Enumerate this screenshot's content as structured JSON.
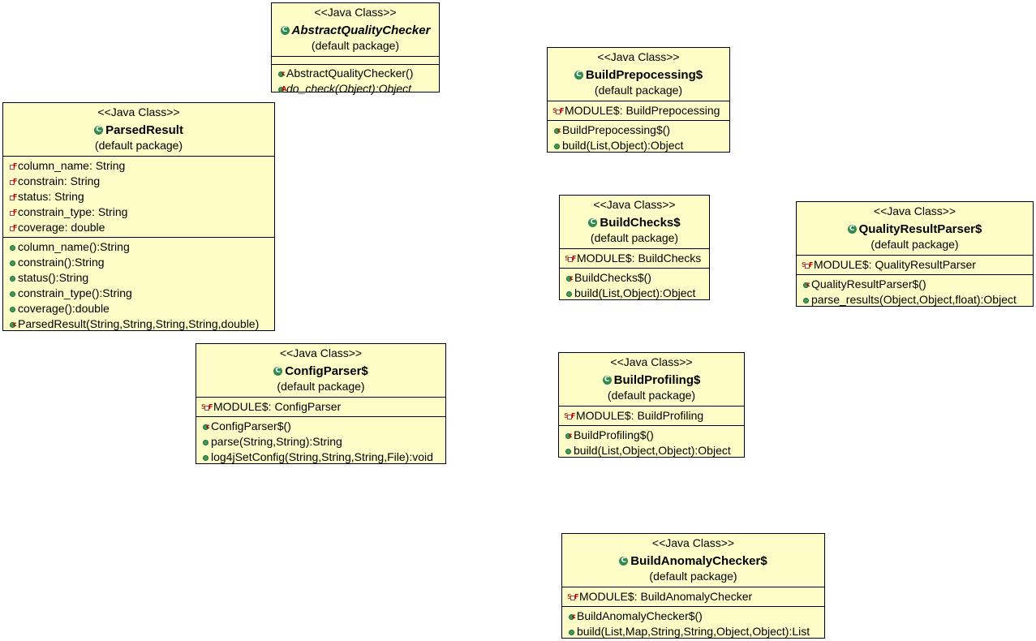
{
  "classes": {
    "abstract_quality_checker": {
      "stereotype": "<<Java Class>>",
      "name": "AbstractQualityChecker",
      "package": "(default package)",
      "attributes": [],
      "operations": [
        "AbstractQualityChecker()",
        "do_check(Object):Object"
      ]
    },
    "parsed_result": {
      "stereotype": "<<Java Class>>",
      "name": "ParsedResult",
      "package": "(default package)",
      "attributes": [
        "column_name: String",
        "constrain: String",
        "status: String",
        "constrain_type: String",
        "coverage: double"
      ],
      "operations": [
        "column_name():String",
        "constrain():String",
        "status():String",
        "constrain_type():String",
        "coverage():double",
        "ParsedResult(String,String,String,String,double)"
      ]
    },
    "build_prepocessing": {
      "stereotype": "<<Java Class>>",
      "name": "BuildPrepocessing$",
      "package": "(default package)",
      "attributes": [
        "MODULE$: BuildPrepocessing"
      ],
      "operations": [
        "BuildPrepocessing$()",
        "build(List,Object):Object"
      ]
    },
    "build_checks": {
      "stereotype": "<<Java Class>>",
      "name": "BuildChecks$",
      "package": "(default package)",
      "attributes": [
        "MODULE$: BuildChecks"
      ],
      "operations": [
        "BuildChecks$()",
        "build(List,Object):Object"
      ]
    },
    "quality_result_parser": {
      "stereotype": "<<Java Class>>",
      "name": "QualityResultParser$",
      "package": "(default package)",
      "attributes": [
        "MODULE$: QualityResultParser"
      ],
      "operations": [
        "QualityResultParser$()",
        "parse_results(Object,Object,float):Object"
      ]
    },
    "config_parser": {
      "stereotype": "<<Java Class>>",
      "name": "ConfigParser$",
      "package": "(default package)",
      "attributes": [
        "MODULE$: ConfigParser"
      ],
      "operations": [
        "ConfigParser$()",
        "parse(String,String):String",
        "log4jSetConfig(String,String,String,File):void"
      ]
    },
    "build_profiling": {
      "stereotype": "<<Java Class>>",
      "name": "BuildProfiling$",
      "package": "(default package)",
      "attributes": [
        "MODULE$: BuildProfiling"
      ],
      "operations": [
        "BuildProfiling$()",
        "build(List,Object,Object):Object"
      ]
    },
    "build_anomaly_checker": {
      "stereotype": "<<Java Class>>",
      "name": "BuildAnomalyChecker$",
      "package": "(default package)",
      "attributes": [
        "MODULE$: BuildAnomalyChecker"
      ],
      "operations": [
        "BuildAnomalyChecker$()",
        "build(List,Map,String,String,Object,Object):List"
      ]
    }
  },
  "icons": {
    "class": "class-icon",
    "abstract_class": "abstract-class-icon",
    "private_final_field": "private-final-field-icon",
    "private_static_final_field": "private-static-final-field-icon",
    "public_method": "public-method-icon",
    "constructor": "constructor-icon",
    "abstract_method": "abstract-method-icon"
  },
  "colors": {
    "class_fill": "#fefdc8",
    "icon_green": "#2f8a4f",
    "field_red": "#c0392b"
  }
}
